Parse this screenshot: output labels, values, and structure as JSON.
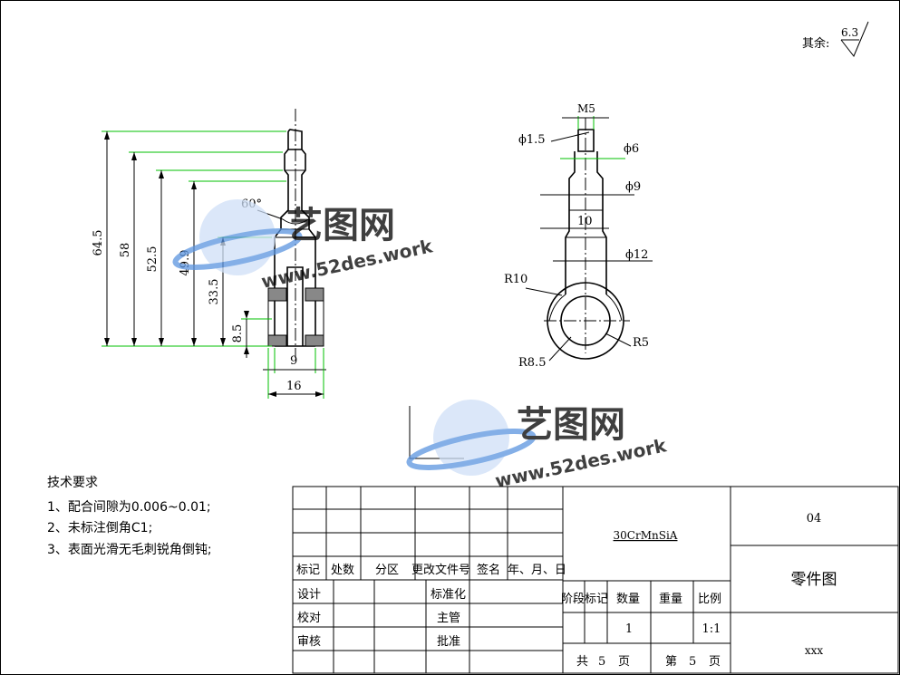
{
  "roughness": {
    "label": "其余:",
    "value": "6.3"
  },
  "front_view": {
    "dims": {
      "h1": "64.5",
      "h2": "58",
      "h3": "52.5",
      "h4": "49.9",
      "h5": "33.5",
      "h6": "8.5",
      "w1": "9",
      "w2": "16"
    },
    "angle": "60°"
  },
  "side_view": {
    "dims": {
      "m5": "M5",
      "d15": "ϕ1.5",
      "d6": "ϕ6",
      "d9": "ϕ9",
      "len10": "10",
      "d12": "ϕ12",
      "r10": "R10",
      "r5": "R5",
      "r85": "R8.5"
    }
  },
  "requirements": {
    "title": "技术要求",
    "items": [
      "1、配合间隙为0.006~0.01;",
      "2、未标注倒角C1;",
      "3、表面光滑无毛刺锐角倒钝;"
    ]
  },
  "title_block": {
    "revision_headers": [
      "标记",
      "处数",
      "分区",
      "更改文件号",
      "签名",
      "年、月、日"
    ],
    "roles": [
      "设计",
      "校对",
      "审核"
    ],
    "roles2": [
      "标准化",
      "主管",
      "批准"
    ],
    "material": "30CrMnSiA",
    "drawing_no": "04",
    "part_name": "零件图",
    "stage_headers": [
      "阶段标记",
      "数量",
      "重量",
      "比例"
    ],
    "quantity": "1",
    "scale": "1:1",
    "sheet_info": {
      "total_prefix": "共",
      "total": "5",
      "total_suffix": "页",
      "page_prefix": "第",
      "page": "5",
      "page_suffix": "页"
    },
    "company": "xxx"
  },
  "watermark": {
    "brand": "艺图网",
    "url": "www.52des.work"
  },
  "colors": {
    "dimension": "#00c000",
    "watermark": "#5b95e0"
  }
}
